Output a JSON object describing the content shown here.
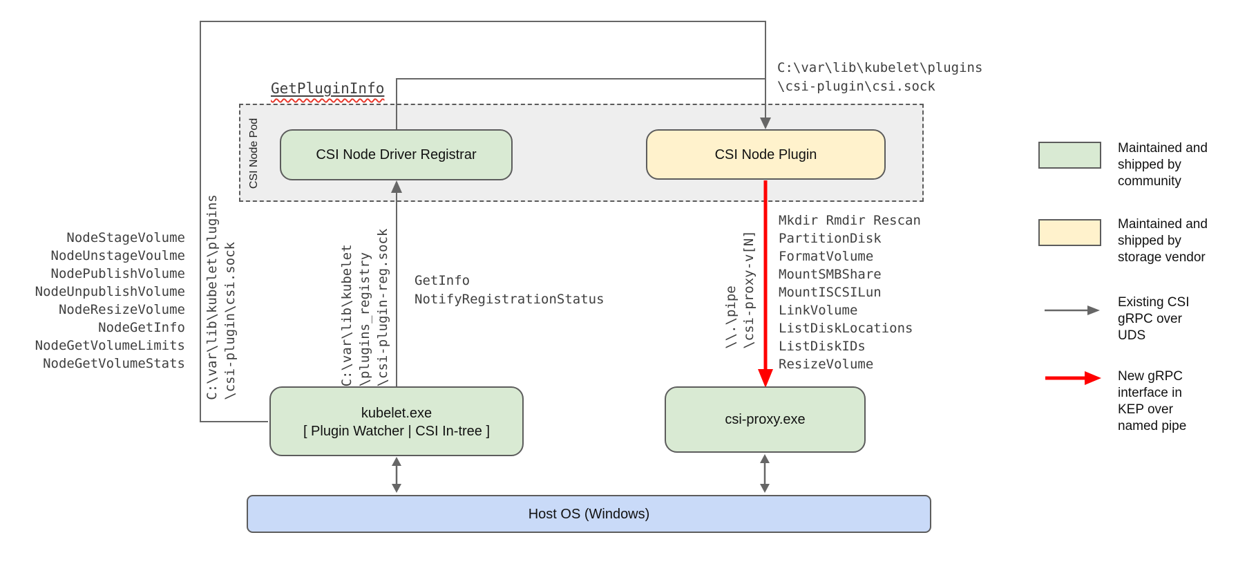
{
  "diagram": {
    "pod": {
      "label": "CSI Node Pod"
    },
    "nodes": {
      "registrar": {
        "label": "CSI Node Driver Registrar"
      },
      "plugin": {
        "label": "CSI Node Plugin"
      },
      "kubelet": {
        "line1": "kubelet.exe",
        "line2": "[ Plugin Watcher | CSI In-tree ]"
      },
      "csi_proxy": {
        "label": "csi-proxy.exe"
      },
      "host_os": {
        "label": "Host OS (Windows)"
      }
    },
    "annotations": {
      "get_plugin_info": "GetPluginInfo",
      "csi_sock_top_right": "C:\\var\\lib\\kubelet\\plugins\n\\csi-plugin\\csi.sock",
      "csi_sock_rotated": "C:\\var\\lib\\kubelet\\plugins\n\\csi-plugin\\csi.sock",
      "registration_sock_rotated": "C:\\var\\lib\\kubelet\n\\plugins_registry\n\\csi-plugin-reg.sock",
      "named_pipe_rotated": "\\\\.\\pipe\n\\csi-proxy-v[N]",
      "registration_calls": "GetInfo\nNotifyRegistrationStatus"
    },
    "kubelet_csi_methods": [
      "NodeStageVolume",
      "NodeUnstageVoulme",
      "NodePublishVolume",
      "NodeUnpublishVolume",
      "NodeResizeVolume",
      "NodeGetInfo",
      "NodeGetVolumeLimits",
      "NodeGetVolumeStats"
    ],
    "proxy_api_methods": [
      "Mkdir Rmdir Rescan",
      "PartitionDisk",
      "FormatVolume",
      "MountSMBShare",
      "MountISCSILun",
      "LinkVolume",
      "ListDiskLocations",
      "ListDiskIDs",
      "ResizeVolume"
    ]
  },
  "legend": {
    "items": [
      {
        "swatch": "green-box",
        "text": "Maintained and\nshipped by\ncommunity"
      },
      {
        "swatch": "yellow-box",
        "text": "Maintained and\nshipped by\nstorage vendor"
      },
      {
        "swatch": "gray-arrow",
        "text": "Existing CSI\ngRPC over\nUDS"
      },
      {
        "swatch": "red-arrow",
        "text": "New gRPC\ninterface in\nKEP over\nnamed pipe"
      }
    ]
  },
  "colors": {
    "community_green": "#d9ead3",
    "vendor_yellow": "#fff2cc",
    "host_blue": "#c9daf8",
    "pod_gray": "#eeeeee",
    "line_gray": "#666666",
    "new_interface_red": "#ff0000"
  }
}
